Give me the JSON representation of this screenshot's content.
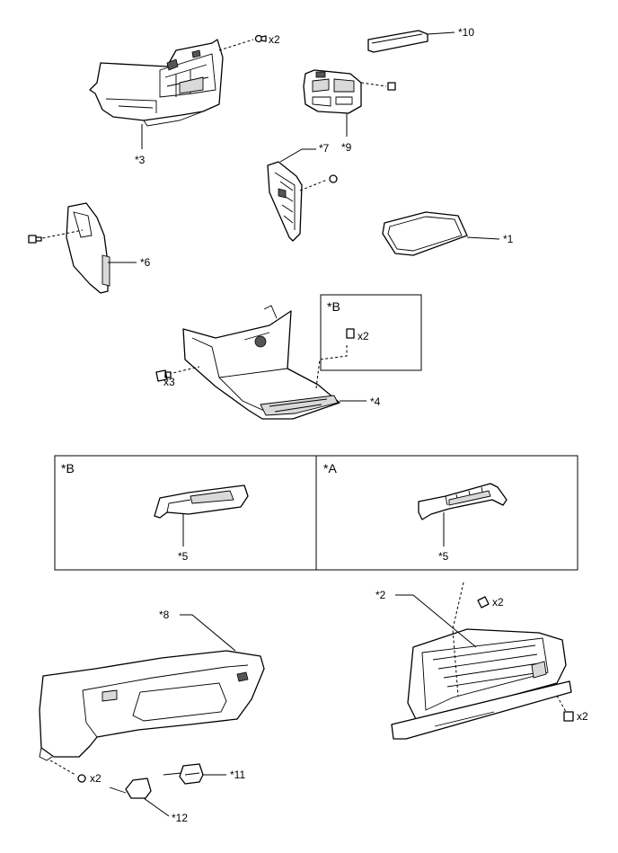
{
  "callouts": {
    "p1": "*1",
    "p2": "*2",
    "p3": "*3",
    "p4": "*4",
    "p5_b": "*5",
    "p5_a": "*5",
    "p6": "*6",
    "p7": "*7",
    "p8": "*8",
    "p9": "*9",
    "p10": "*10",
    "p11": "*11",
    "p12": "*12"
  },
  "quantities": {
    "clips_part3": "x2",
    "clips_part4": "x3",
    "clips_detail_b": "x2",
    "clips_part8": "x2",
    "clips_part2_top": "x2",
    "clips_part2_right": "x2"
  },
  "boxes": {
    "detail_b_small": "*B",
    "detail_b": "*B",
    "detail_a": "*A"
  }
}
